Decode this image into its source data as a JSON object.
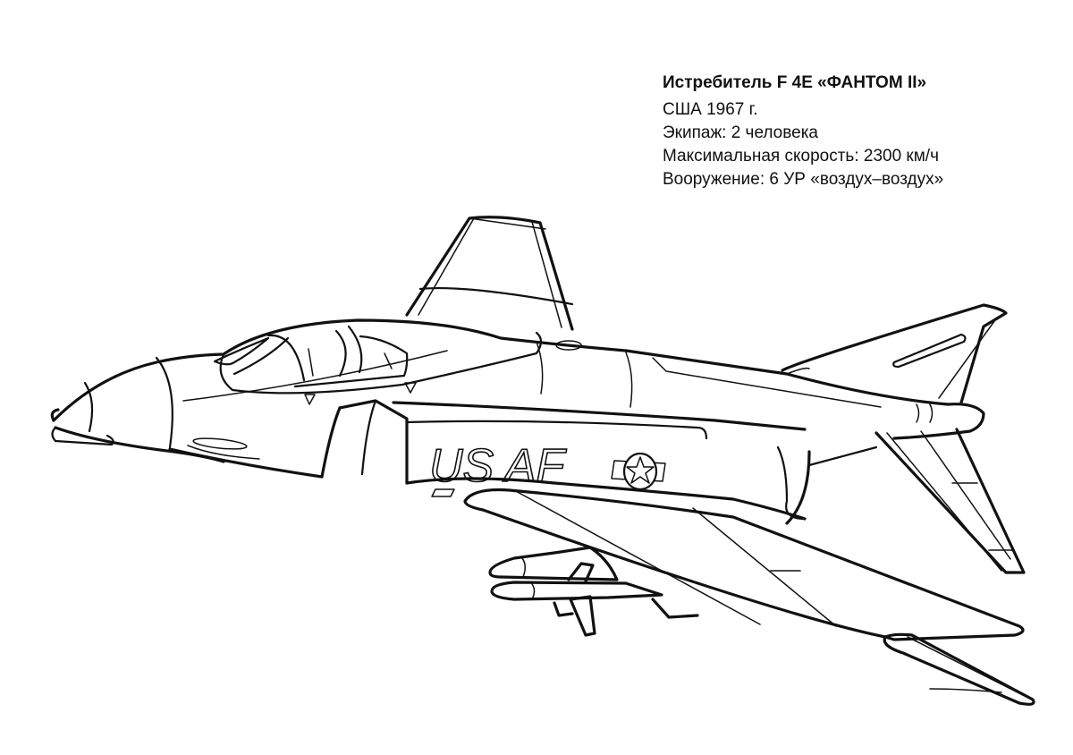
{
  "caption": {
    "title": "Истребитель F 4E «ФАНТОМ II»",
    "lines": [
      "США 1967 г.",
      "Экипаж: 2 человека",
      "Максимальная скорость: 2300 км/ч",
      "Вооружение: 6 УР «воздух–воздух»"
    ]
  },
  "aircraft": {
    "fuselage_marking": "US AF",
    "insignia": "star-and-bar-roundel",
    "colors": {
      "line": "#111111",
      "background": "#ffffff"
    }
  }
}
